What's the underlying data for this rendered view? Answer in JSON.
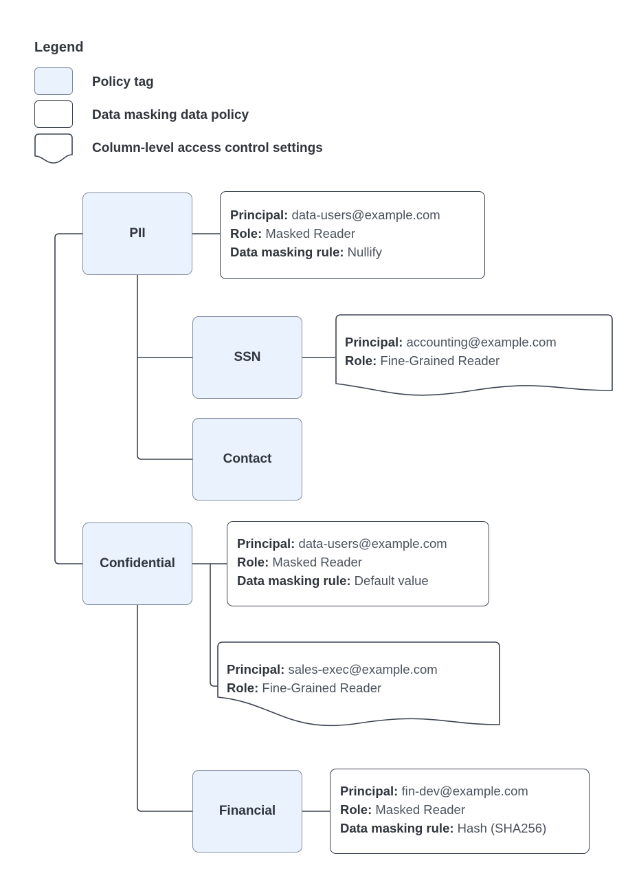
{
  "legend": {
    "title": "Legend",
    "items": [
      {
        "swatch": "policy-tag-swatch",
        "label": "Policy tag"
      },
      {
        "swatch": "data-masking-policy-swatch",
        "label": "Data masking data policy"
      },
      {
        "swatch": "column-level-access-control-swatch",
        "label": "Column-level access control settings"
      }
    ]
  },
  "colors": {
    "tag_fill": "#eaf2fd",
    "tag_border": "#7e8ca0",
    "box_border": "#3c4350",
    "text": "#31353d",
    "value_text": "#4b525d",
    "connector": "#3c4350",
    "background": "#ffffff"
  },
  "labels": {
    "principal": "Principal:",
    "role": "Role:",
    "masking_rule": "Data masking rule:"
  },
  "nodes": {
    "pii": {
      "label": "PII"
    },
    "ssn": {
      "label": "SSN"
    },
    "contact": {
      "label": "Contact"
    },
    "confidential": {
      "label": "Confidential"
    },
    "financial": {
      "label": "Financial"
    }
  },
  "policies": {
    "pii_masked": {
      "principal": "data-users@example.com",
      "role": "Masked Reader",
      "masking_rule": "Nullify"
    },
    "ssn_fine_grained": {
      "principal": "accounting@example.com",
      "role": "Fine-Grained Reader"
    },
    "confidential_masked": {
      "principal": "data-users@example.com",
      "role": "Masked Reader",
      "masking_rule": "Default value"
    },
    "confidential_fine_grained": {
      "principal": "sales-exec@example.com",
      "role": "Fine-Grained Reader"
    },
    "financial_masked": {
      "principal": "fin-dev@example.com",
      "role": "Masked Reader",
      "masking_rule": "Hash (SHA256)"
    }
  }
}
